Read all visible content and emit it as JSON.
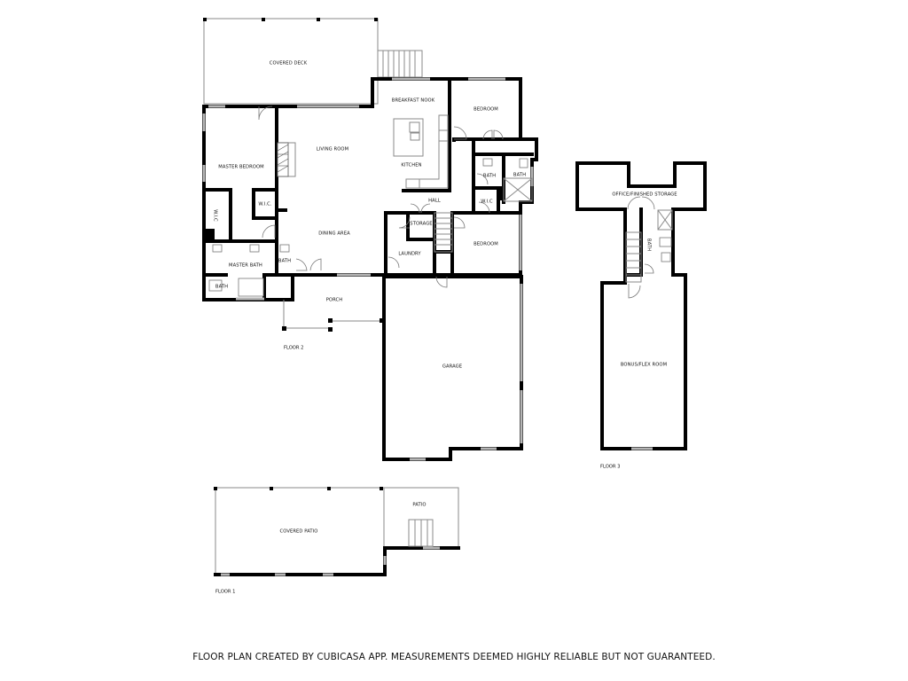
{
  "floors": {
    "floor1": {
      "label": "FLOOR 1",
      "rooms": {
        "covered_patio": "COVERED PATIO",
        "patio": "PATIO"
      }
    },
    "floor2": {
      "label": "FLOOR 2",
      "rooms": {
        "covered_deck": "COVERED DECK",
        "breakfast_nook": "BREAKFAST NOOK",
        "bedroom_1": "BEDROOM",
        "living_room": "LIVING ROOM",
        "kitchen": "KITCHEN",
        "master_bedroom": "MASTER BEDROOM",
        "wic_1": "W.I.C.",
        "wic_2": "W.I.C",
        "wic_3": "W.I.C",
        "bath_1": "BATH",
        "bath_2": "BATH",
        "hall": "HALL",
        "storage": "STORAGE",
        "dining_area": "DINING AREA",
        "bedroom_2": "BEDROOM",
        "laundry": "LAUNDRY",
        "master_bath": "MASTER BATH",
        "bath_3": "BATH",
        "bath_4": "BATH",
        "porch": "PORCH",
        "garage": "GARAGE"
      }
    },
    "floor3": {
      "label": "FLOOR 3",
      "rooms": {
        "office_storage": "OFFICE/FINISHED STORAGE",
        "bath": "BATH",
        "bonus_room": "BONUS/FLEX ROOM"
      }
    }
  },
  "disclaimer": "FLOOR PLAN CREATED BY CUBICASA APP. MEASUREMENTS DEEMED HIGHLY RELIABLE BUT NOT GUARANTEED."
}
